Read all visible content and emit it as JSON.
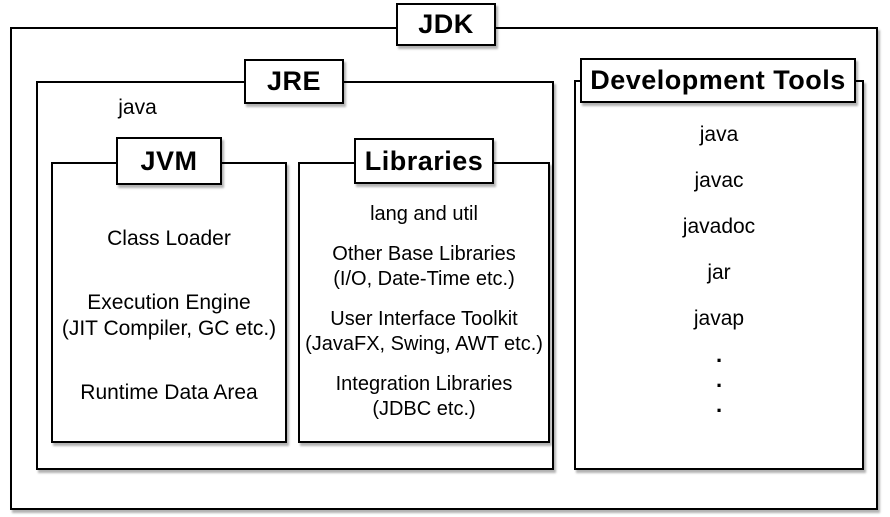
{
  "colors": {
    "border": "#000000",
    "background": "#ffffff",
    "text": "#000000",
    "shadow": "#bdbdbd"
  },
  "jdk": {
    "label": "JDK"
  },
  "jre": {
    "label": "JRE",
    "runtime_text": "java"
  },
  "jvm": {
    "label": "JVM",
    "items": [
      {
        "title": "Class Loader",
        "subtitle": ""
      },
      {
        "title": "Execution Engine",
        "subtitle": "(JIT Compiler, GC etc.)"
      },
      {
        "title": "Runtime Data Area",
        "subtitle": ""
      }
    ]
  },
  "libraries": {
    "label": "Libraries",
    "items": [
      {
        "title": "lang and util",
        "subtitle": ""
      },
      {
        "title": "Other Base Libraries",
        "subtitle": "(I/O, Date-Time etc.)"
      },
      {
        "title": "User Interface Toolkit",
        "subtitle": "(JavaFX, Swing, AWT etc.)"
      },
      {
        "title": "Integration Libraries",
        "subtitle": "(JDBC etc.)"
      }
    ]
  },
  "dev_tools": {
    "label": "Development Tools",
    "commands": [
      "java",
      "javac",
      "javadoc",
      "jar",
      "javap"
    ],
    "dots": [
      ".",
      ".",
      "."
    ]
  }
}
